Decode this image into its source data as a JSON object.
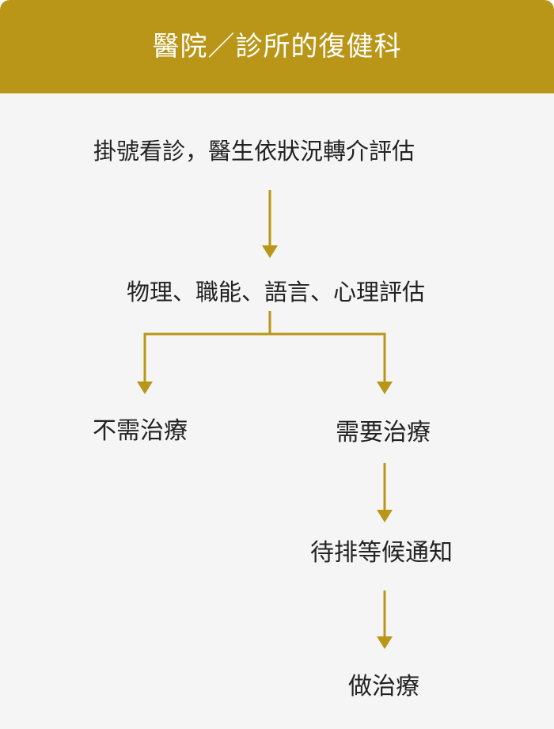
{
  "header": {
    "title": "醫院／診所的復健科"
  },
  "flow": {
    "step1": "掛號看診，醫生依狀況轉介評估",
    "step2": "物理、職能、語言、心理評估",
    "branch_left": "不需治療",
    "branch_right": "需要治療",
    "step4": "待排等候通知",
    "step5": "做治療"
  },
  "colors": {
    "accent": "#b99617",
    "background": "#f5f5f5",
    "text": "#222222"
  }
}
